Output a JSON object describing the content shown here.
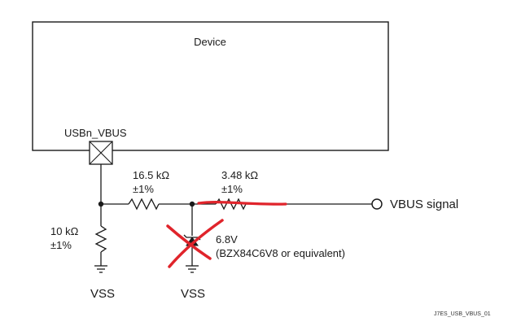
{
  "device": {
    "label": "Device",
    "pin_label": "USBn_VBUS"
  },
  "resistors": {
    "r_series": {
      "value": "16.5 kΩ",
      "tolerance": "±1%"
    },
    "r_out": {
      "value": "3.48 kΩ",
      "tolerance": "±1%"
    },
    "r_pulldown": {
      "value": "10 kΩ",
      "tolerance": "±1%"
    }
  },
  "zener": {
    "voltage": "6.8V",
    "part": "(BZX84C6V8 or equivalent)"
  },
  "grounds": {
    "left": "VSS",
    "right": "VSS"
  },
  "output": {
    "label": "VBUS signal"
  },
  "figure_id": "J7ES_USB_VBUS_01",
  "annotations": {
    "strike_color": "#e0242b",
    "cross_color": "#e0242b"
  }
}
